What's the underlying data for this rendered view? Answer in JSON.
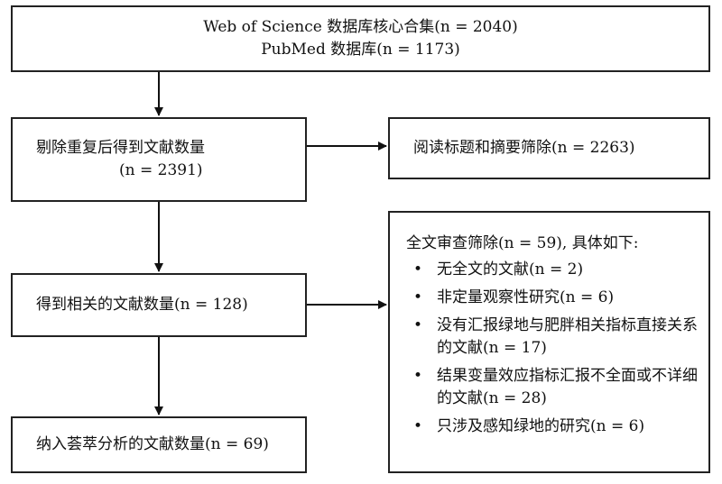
{
  "boxes": {
    "sources": {
      "line1": "Web of Science 数据库核心合集(n = 2040)",
      "line2": "PubMed 数据库(n = 1173)"
    },
    "dedup": {
      "line1": "剔除重复后得到文献数量",
      "line2": "(n = 2391)"
    },
    "title_abstract_excluded": "阅读标题和摘要筛除(n = 2263)",
    "relevant": "得到相关的文献数量(n = 128)",
    "fulltext_review": {
      "heading": "全文审查筛除(n = 59), 具体如下:",
      "items": [
        "无全文的文献(n = 2)",
        "非定量观察性研究(n = 6)",
        "没有汇报绿地与肥胖相关指标直接关系的文献(n = 17)",
        "结果变量效应指标汇报不全面或不详细的文献(n = 28)",
        "只涉及感知绿地的研究(n = 6)"
      ]
    },
    "included": "纳入荟萃分析的文献数量(n = 69)"
  },
  "bullet_glyph": "•"
}
